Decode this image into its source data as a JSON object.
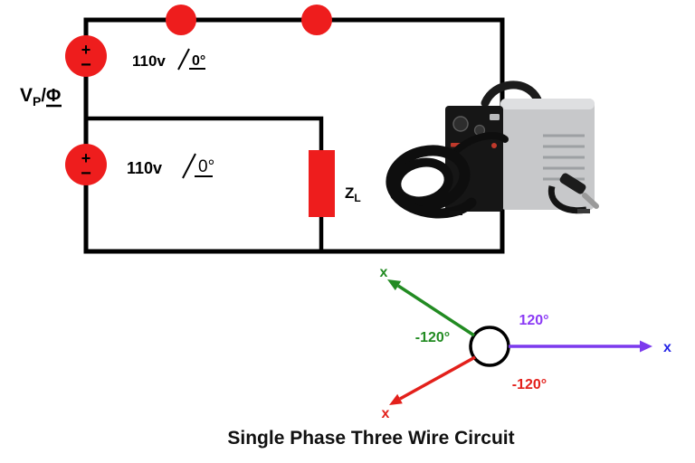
{
  "page": {
    "background": "#ffffff",
    "caption": "Single Phase Three Wire Circuit"
  },
  "circuit": {
    "wire_color": "#000000",
    "accent_red": "#ee1d1d",
    "phase_label": {
      "main": "V",
      "sub": "P",
      "suffix": "/Φ"
    },
    "sources": [
      {
        "plus": "+",
        "minus": "−",
        "voltage": "110v",
        "angle": "0°"
      },
      {
        "plus": "+",
        "minus": "−",
        "voltage": "110v",
        "angle": "0°"
      }
    ],
    "load": {
      "main": "Z",
      "sub": "L"
    }
  },
  "illustration": {
    "name": "welding-machine"
  },
  "phasor": {
    "circle_color": "#000000",
    "axes": [
      {
        "id": "right",
        "label": "x",
        "angle": "120°",
        "color": "#7c3aed",
        "label_color": "#2525e6",
        "angle_color": "#8b3af5"
      },
      {
        "id": "upper-left",
        "label": "x",
        "angle": "-120°",
        "color": "#228B22",
        "label_color": "#228B22",
        "angle_color": "#228B22"
      },
      {
        "id": "lower-left",
        "label": "x",
        "angle": "-120°",
        "color": "#e3201b",
        "label_color": "#e3201b",
        "angle_color": "#e3201b"
      }
    ]
  }
}
